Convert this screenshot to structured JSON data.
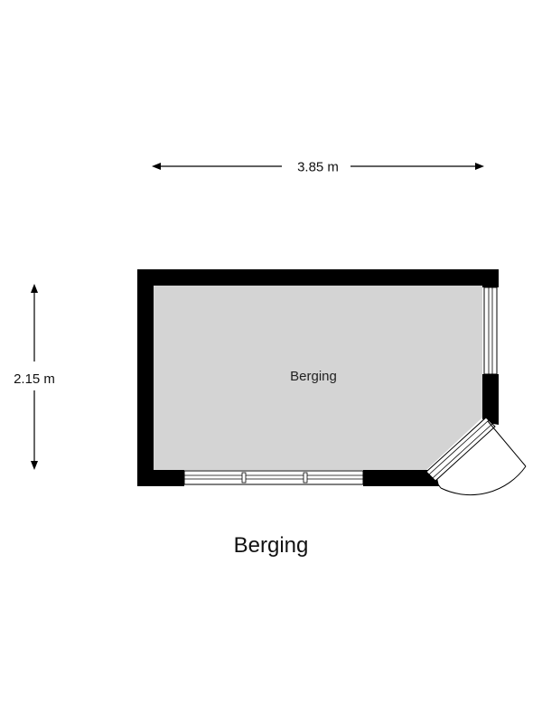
{
  "dimensions": {
    "width_label": "3.85 m",
    "height_label": "2.15 m"
  },
  "room": {
    "label": "Berging",
    "floor_color": "#d4d4d4",
    "wall_color": "#000000"
  },
  "caption": "Berging"
}
